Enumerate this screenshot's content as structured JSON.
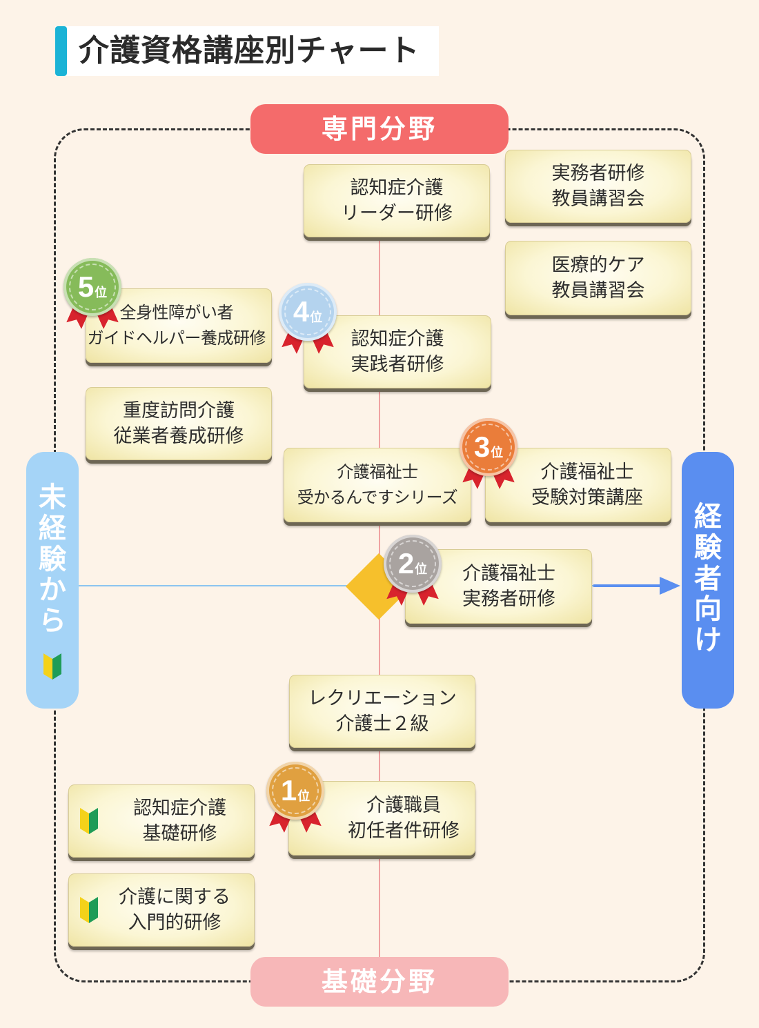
{
  "title": "介護資格講座別チャート",
  "axis": {
    "top": "専門分野",
    "bottom": "基礎分野",
    "left": "未経験から",
    "right": "経験者向け"
  },
  "rank_suffix": "位",
  "courses": [
    {
      "id": "ninchisho-leader",
      "label": "認知症介護\nリーダー研修"
    },
    {
      "id": "jitsumusha-kyouin",
      "label": "実務者研修\n教員講習会"
    },
    {
      "id": "iryouteki-care",
      "label": "医療的ケア\n教員講習会"
    },
    {
      "id": "guide-helper",
      "label": "全身性障がい者\nガイドヘルパー養成研修",
      "rank": 5
    },
    {
      "id": "ninchisho-jissen",
      "label": "認知症介護\n実践者研修",
      "rank": 4
    },
    {
      "id": "juudo-houmon",
      "label": "重度訪問介護\n従業者養成研修"
    },
    {
      "id": "ukarundesu",
      "label": "介護福祉士\n受かるんですシリーズ"
    },
    {
      "id": "kaigo-taisaku",
      "label": "介護福祉士\n受験対策講座",
      "rank": 3
    },
    {
      "id": "kaigo-jitsumusha",
      "label": "介護福祉士\n実務者研修",
      "rank": 2
    },
    {
      "id": "recreation",
      "label": "レクリエーション\n介護士２級"
    },
    {
      "id": "ninchisho-kiso",
      "label": "認知症介護\n基礎研修",
      "beginner": true
    },
    {
      "id": "shoninsha",
      "label": "介護職員\n初任者件研修",
      "rank": 1
    },
    {
      "id": "nyumon",
      "label": "介護に関する\n入門的研修",
      "beginner": true
    }
  ],
  "colors": {
    "title_accent": "#1bb3d6",
    "top_pill": "#f46b6b",
    "bottom_pill": "#f7b7b8",
    "left_pill": "#a5d4f7",
    "right_pill": "#5a8ef0",
    "center_marker": "#f6c02c",
    "rank_1": "#e0a040",
    "rank_2": "#a9a3a0",
    "rank_3": "#ea7d3a",
    "rank_4": "#b4d3ee",
    "rank_5": "#86bb5a"
  },
  "icons": {
    "beginner": "beginner-mark-icon",
    "rank": "medal-ribbon-icon"
  }
}
